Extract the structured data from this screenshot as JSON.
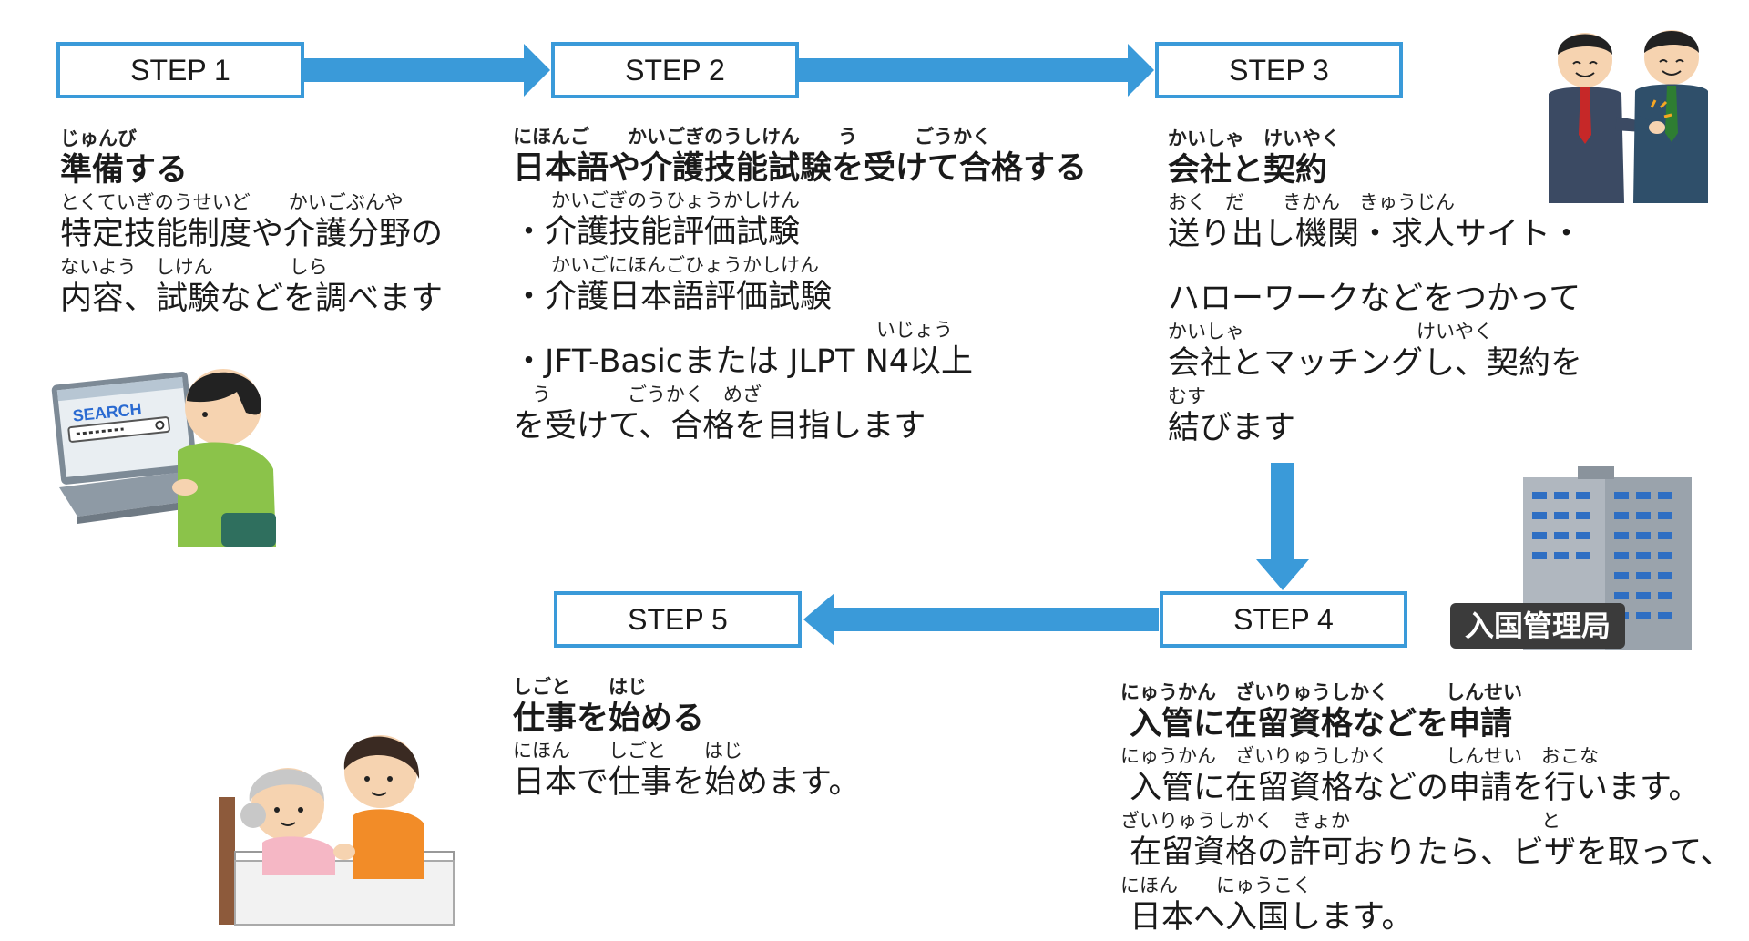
{
  "colors": {
    "accent": "#3a9ad9",
    "box_border": "#3a9ad9",
    "text": "#1a1a1a"
  },
  "steps": [
    {
      "label": "STEP 1",
      "lines": [
        {
          "ruby": "じゅんび",
          "text": "準備する",
          "bold": true
        },
        {
          "ruby": "とくていぎのうせいど　　かいごぶんや",
          "text": "特定技能制度や介護分野の"
        },
        {
          "ruby": "ないよう　しけん　　　　しら",
          "text": "内容、試験などを調べます"
        }
      ]
    },
    {
      "label": "STEP 2",
      "lines": [
        {
          "ruby": "にほんご　　かいごぎのうしけん　　う　　　ごうかく",
          "text": "日本語や介護技能試験を受けて合格する",
          "bold": true
        },
        {
          "ruby": "　　かいごぎのうひょうかしけん",
          "text": "・介護技能評価試験"
        },
        {
          "ruby": "　　かいごにほんごひょうかしけん",
          "text": "・介護日本語評価試験"
        },
        {
          "ruby": "　　　　　　　　　　　　　　　　　　　いじょう",
          "text": "・JFT-Basicまたは JLPT N4以上"
        },
        {
          "ruby": "　う　　　　ごうかく　めざ",
          "text": "を受けて、合格を目指します"
        }
      ]
    },
    {
      "label": "STEP 3",
      "lines": [
        {
          "ruby": "かいしゃ　けいやく",
          "text": "会社と契約",
          "bold": true
        },
        {
          "ruby": "おく　だ　　きかん　きゅうじん",
          "text": "送り出し機関・求人サイト・"
        },
        {
          "ruby": "",
          "text": "ハローワークなどをつかって"
        },
        {
          "ruby": "かいしゃ　　　　　　　　　けいやく",
          "text": "会社とマッチングし、契約を"
        },
        {
          "ruby": "むす",
          "text": "結びます"
        }
      ]
    },
    {
      "label": "STEP 4",
      "lines": [
        {
          "ruby": "にゅうかん　ざいりゅうしかく　　　しんせい",
          "text": "入管に在留資格などを申請",
          "bold": true
        },
        {
          "ruby": "にゅうかん　ざいりゅうしかく　　　しんせい　おこな",
          "text": "入管に在留資格などの申請を行います。"
        },
        {
          "ruby": "ざいりゅうしかく　きょか　　　　　　　　　　と",
          "text": "在留資格の許可おりたら、ビザを取って、"
        },
        {
          "ruby": "にほん　　にゅうこく",
          "text": "日本へ入国します。"
        }
      ]
    },
    {
      "label": "STEP 5",
      "lines": [
        {
          "ruby": "しごと　　はじ",
          "text": "仕事を始める",
          "bold": true
        },
        {
          "ruby": "にほん　　しごと　　はじ",
          "text": "日本で仕事を始めます。"
        }
      ]
    }
  ],
  "illustrations": {
    "search_text": "SEARCH",
    "building_sign": "入国管理局"
  }
}
